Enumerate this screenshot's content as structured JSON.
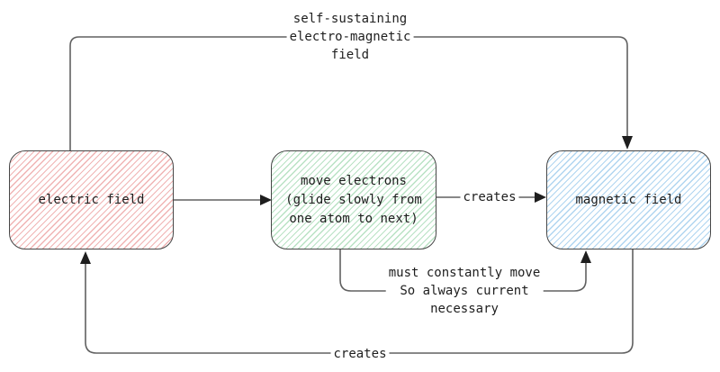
{
  "nodes": {
    "electric": {
      "label": "electric field",
      "hatch_color": "#f0b4b4"
    },
    "move": {
      "label": "move electrons\n(glide slowly from\none atom to next)",
      "hatch_color": "#b9e2c4"
    },
    "magnetic": {
      "label": "magnetic field",
      "hatch_color": "#b0d5f0"
    }
  },
  "edges": {
    "top_loop_label": "self-sustaining\nelectro-magnetic\nfield",
    "move_to_magnetic_label": "creates",
    "must_move_label": "must constantly move\nSo always current\nnecessary",
    "magnetic_to_electric_label": "creates"
  },
  "colors": {
    "background": "#ffffff",
    "line": "#606060",
    "arrow": "#1e1e1e",
    "node_border": "#474747",
    "text": "#1e1e1e"
  }
}
